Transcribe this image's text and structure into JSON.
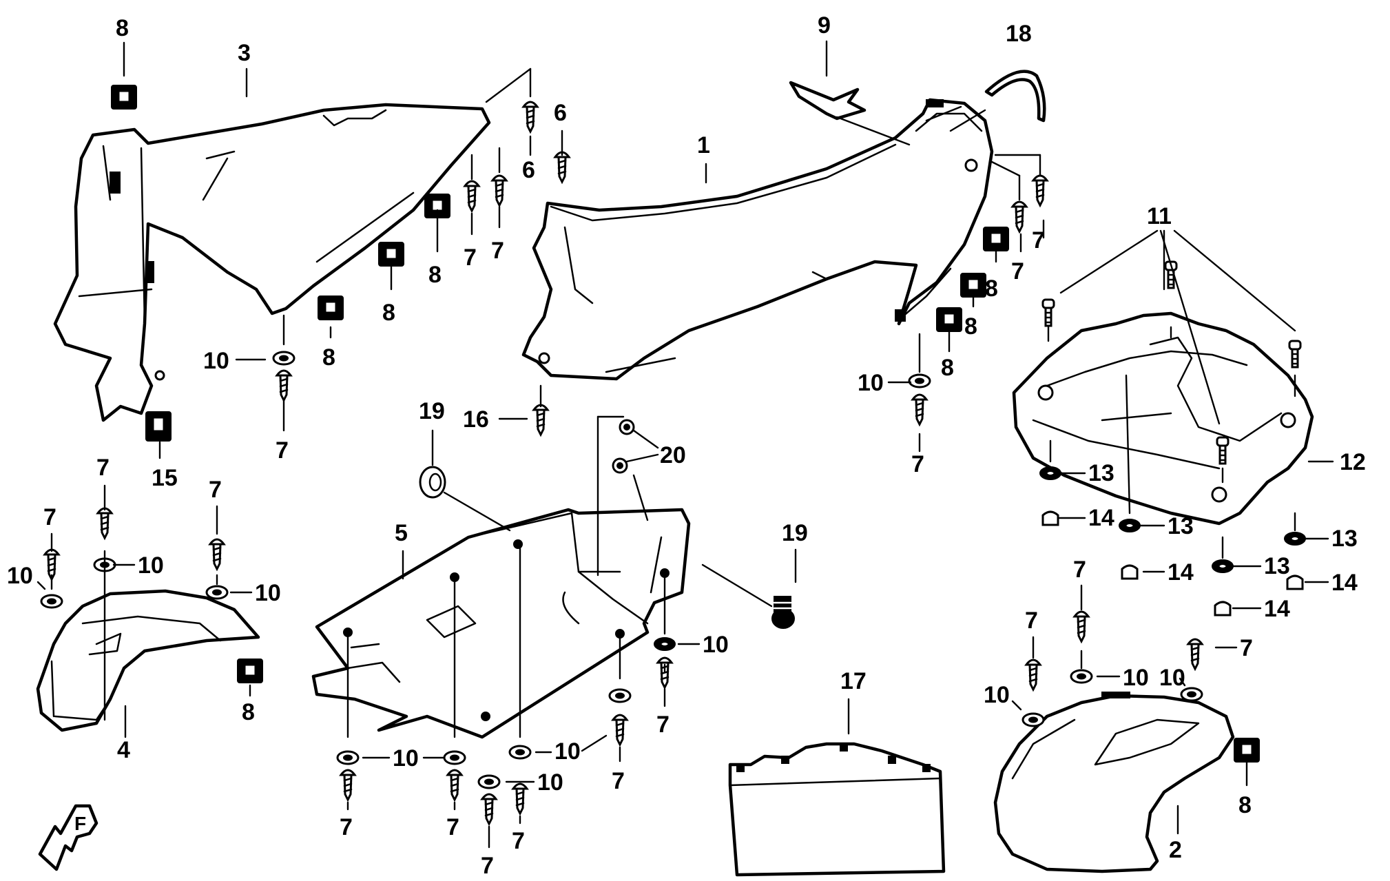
{
  "diagram": {
    "callouts": [
      {
        "id": "c1",
        "text": "1"
      },
      {
        "id": "c2",
        "text": "2"
      },
      {
        "id": "c3",
        "text": "3"
      },
      {
        "id": "c4",
        "text": "4"
      },
      {
        "id": "c5",
        "text": "5"
      },
      {
        "id": "c6a",
        "text": "6"
      },
      {
        "id": "c6b",
        "text": "6"
      },
      {
        "id": "c7",
        "text": "7"
      },
      {
        "id": "c8",
        "text": "8"
      },
      {
        "id": "c9",
        "text": "9"
      },
      {
        "id": "c10",
        "text": "10"
      },
      {
        "id": "c11",
        "text": "11"
      },
      {
        "id": "c12",
        "text": "12"
      },
      {
        "id": "c13",
        "text": "13"
      },
      {
        "id": "c14",
        "text": "14"
      },
      {
        "id": "c15",
        "text": "15"
      },
      {
        "id": "c16",
        "text": "16"
      },
      {
        "id": "c17",
        "text": "17"
      },
      {
        "id": "c18",
        "text": "18"
      },
      {
        "id": "c19",
        "text": "19"
      },
      {
        "id": "c20",
        "text": "20"
      }
    ],
    "front_indicator_letter": "F"
  }
}
